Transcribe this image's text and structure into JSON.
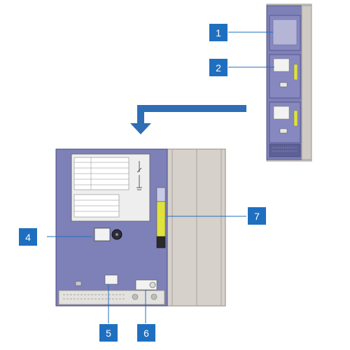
{
  "callouts": [
    {
      "number": "1"
    },
    {
      "number": "2"
    },
    {
      "number": "4"
    },
    {
      "number": "5"
    },
    {
      "number": "6"
    },
    {
      "number": "7"
    }
  ],
  "colors": {
    "callout_box": "#1f6fc0",
    "panel_face": "#7e80b8",
    "panel_dark": "#5e6196",
    "side_panel": "#cfcac4",
    "arrow": "#2f6db5",
    "indicator": "#e0e23c"
  },
  "icons": [
    "switchgear-cabinet",
    "pointing-arrow-icon",
    "panel-door",
    "key-lock",
    "indicator-bar",
    "nameplate-label"
  ]
}
